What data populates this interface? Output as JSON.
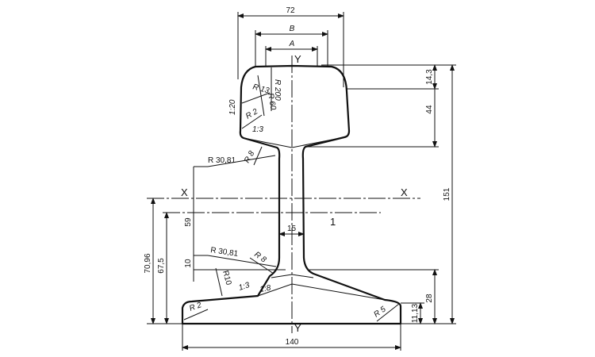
{
  "title": "Rail profile cross-section",
  "axes": {
    "y_top": "Y",
    "y_bottom": "Y",
    "x_left": "X",
    "x_right": "X",
    "section_mark": "1"
  },
  "dimensions": {
    "head_width": "72",
    "b": "B",
    "a": "A",
    "head_top_height": "14,3",
    "head_height": "44",
    "total_height": "151",
    "foot_height": "28",
    "foot_edge_height": "11,13",
    "foot_width": "140",
    "web_width": "15",
    "web_height": "59",
    "web_lower": "10",
    "neutral_axis_height": "70,96",
    "center_height": "67,5"
  },
  "radii": {
    "r13": "R 13",
    "r200": "R 200",
    "r60": "R 60",
    "r2_head": "R 2",
    "r8_top": "R 8",
    "r3081_top": "R 30,81",
    "r3081_bottom": "R 30,81",
    "r8_bottom": "R 8",
    "r10": "R10",
    "r2_foot": "R 2",
    "r5_foot": "R 5"
  },
  "slopes": {
    "head_side": "1:20",
    "head_under": "1:3",
    "foot_upper": "1:3",
    "foot_inner": "1:8"
  }
}
